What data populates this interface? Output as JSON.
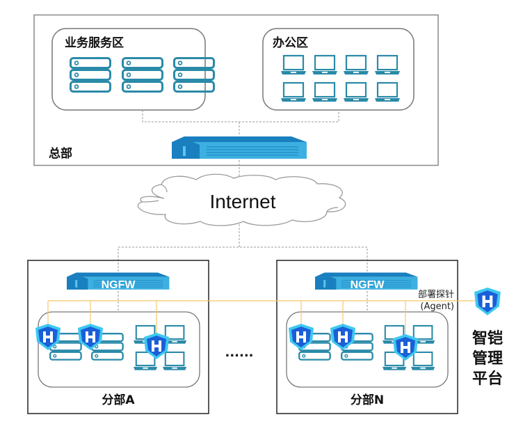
{
  "headquarters": {
    "label": "总部",
    "business_zone": {
      "label": "业务服务区",
      "server_count": 3
    },
    "office_zone": {
      "label": "办公区",
      "laptop_count": 8
    }
  },
  "internet": {
    "label": "Internet"
  },
  "branches": [
    {
      "label": "分部A",
      "firewall_label": "NGFW"
    },
    {
      "label": "分部N",
      "firewall_label": "NGFW"
    }
  ],
  "ellipsis": "......",
  "agent": {
    "label_line1": "部署探针",
    "label_line2": "(Agent)"
  },
  "platform": {
    "label_line1": "智铠",
    "label_line2": "管理",
    "label_line3": "平台"
  },
  "colors": {
    "server_teal": "#2a8aa8",
    "device_blue": "#1f86c8",
    "device_light": "#3cb0e0",
    "agent_line": "#f5c86a",
    "shield_outer": "#3ec8f0",
    "shield_inner": "#1a5fd8"
  }
}
